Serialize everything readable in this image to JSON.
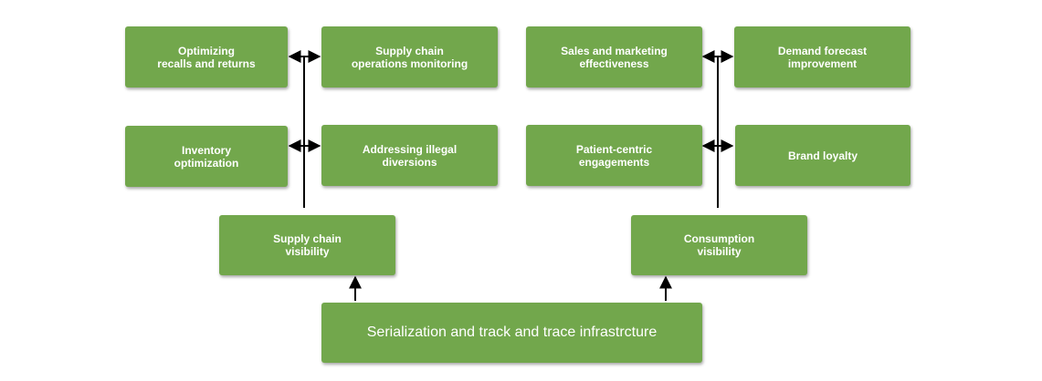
{
  "boxes": {
    "recalls": "Optimizing\nrecalls and returns",
    "ops_monitoring": "Supply chain\noperations monitoring",
    "sales_marketing": "Sales and marketing\neffectiveness",
    "demand_forecast": "Demand forecast\nimprovement",
    "inventory": "Inventory\noptimization",
    "illegal_diversions": "Addressing illegal\ndiversions",
    "patient_centric": "Patient-centric\nengagements",
    "brand_loyalty": "Brand loyalty",
    "supply_chain_visibility": "Supply chain\nvisibility",
    "consumption_visibility": "Consumption\nvisibility",
    "infrastructure": "Serialization and track and trace infrastrcture"
  },
  "colors": {
    "box_fill": "#72a74c",
    "text": "#ffffff",
    "connector": "#000000"
  }
}
